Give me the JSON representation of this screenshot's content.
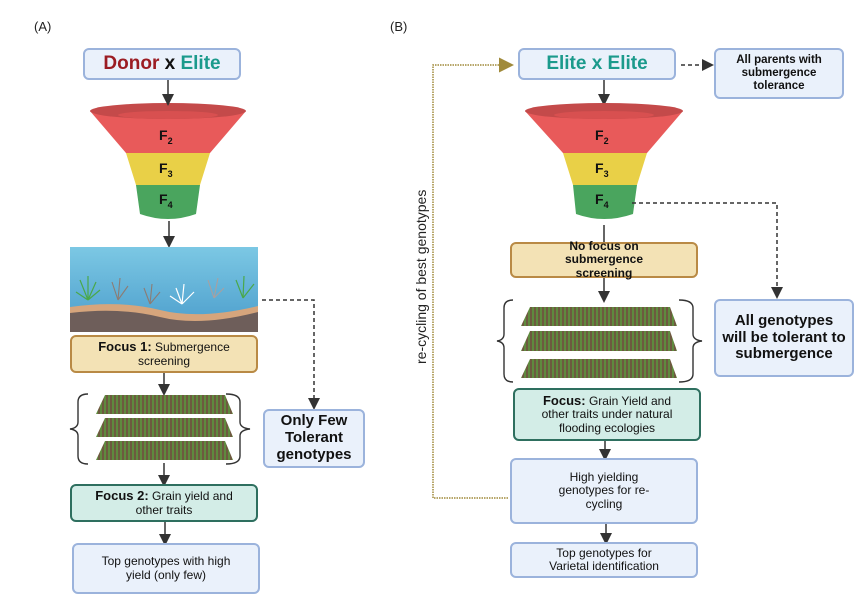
{
  "panel_a": {
    "label": "(A)",
    "cross": {
      "donor": "Donor",
      "x": " x ",
      "elite": "Elite"
    },
    "funnel": [
      "F",
      "F",
      "F"
    ],
    "funnel_subs": [
      "2",
      "3",
      "4"
    ],
    "focus1": {
      "bold": "Focus 1:",
      "text": " Submergence screening"
    },
    "side_box": "Only Few Tolerant genotypes",
    "focus2": {
      "bold": "Focus 2:",
      "text": " Grain yield and other traits"
    },
    "result": "Top genotypes with high yield (only few)"
  },
  "panel_b": {
    "label": "(B)",
    "cross": "Elite x Elite",
    "parents_box": "All parents with submergence tolerance",
    "funnel": [
      "F",
      "F",
      "F"
    ],
    "funnel_subs": [
      "2",
      "3",
      "4"
    ],
    "no_focus": "No focus on submergence screening",
    "side_box": "All genotypes will be tolerant to submergence",
    "focus": {
      "bold": "Focus:",
      "text": " Grain Yield and other traits under natural flooding ecologies"
    },
    "high_yield": "High yielding genotypes for re-cycling",
    "result": "Top genotypes for Varietal identification",
    "recycle_label": "re-cycling of best genotypes"
  },
  "colors": {
    "donor": "#9b1c23",
    "elite": "#1b9a8c",
    "funnel_red": "#e85a5a",
    "funnel_yellow": "#e9d047",
    "funnel_green": "#4aa55e",
    "recycle": "#a08a3a"
  }
}
